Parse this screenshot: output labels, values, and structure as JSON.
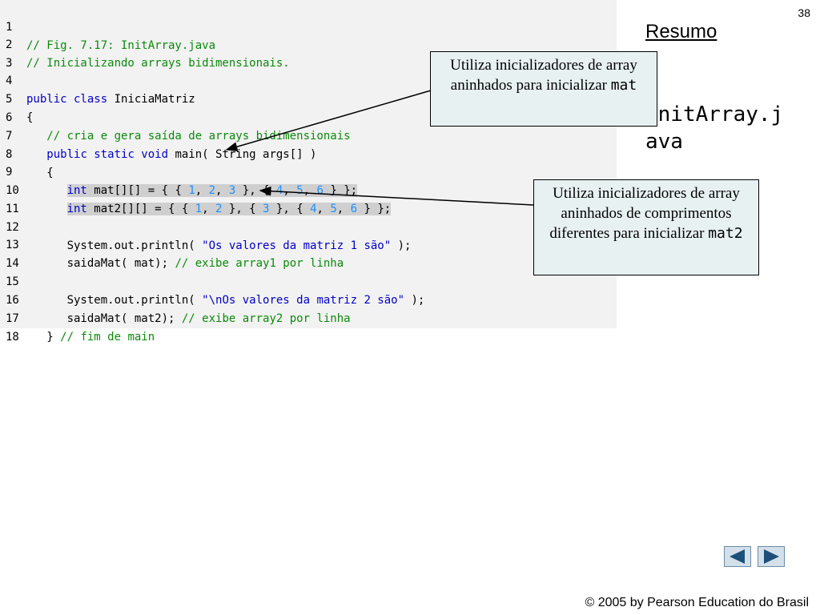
{
  "slide_number": "38",
  "sidebar": {
    "title": "Resumo",
    "filename_line1": "InitArray.j",
    "filename_line2": "ava"
  },
  "code_lines": [
    {
      "num": "1"
    },
    {
      "num": "2"
    },
    {
      "num": "3"
    },
    {
      "num": "4"
    },
    {
      "num": "5"
    },
    {
      "num": "6"
    },
    {
      "num": "7"
    },
    {
      "num": "8"
    },
    {
      "num": "9"
    },
    {
      "num": "10"
    },
    {
      "num": "11"
    },
    {
      "num": "12"
    },
    {
      "num": "13"
    },
    {
      "num": "14"
    },
    {
      "num": "15"
    },
    {
      "num": "16"
    },
    {
      "num": "17"
    },
    {
      "num": "18"
    }
  ],
  "code": {
    "l1": "// Fig. 7.17: InitArray.java",
    "l2": "// Inicializando arrays bidimensionais.",
    "l4_kw": "public class",
    "l4_rest": " IniciaMatriz",
    "l5": "{",
    "l6": "   // cria e gera saída de arrays bidimensionais",
    "l7_indent": "   ",
    "l7_kw": "public static void",
    "l7_rest": " main( String args[] )",
    "l8": "   {",
    "l12_pre": "      System.out.println( ",
    "l12_str": "\"Os valores da matriz 1 são\"",
    "l12_post": " );",
    "l13_pre": "      saidaMat( mat); ",
    "l13_cm": "// exibe array1 por linha",
    "l15_pre": "      System.out.println( ",
    "l15_str": "\"\\nOs valores da matriz 2 são\"",
    "l15_post": " );",
    "l16_pre": "      saidaMat( mat2); ",
    "l16_cm": "// exibe array2 por linha",
    "l17_pre": "   } ",
    "l17_cm": "// fim de main"
  },
  "callouts": {
    "c1_text": "Utiliza inicializadores de array aninhados para inicializar",
    "c1_code": "mat",
    "c2_text": "Utiliza inicializadores de array aninhados de comprimentos diferentes para inicializar",
    "c2_code": "mat2"
  },
  "footer": "© 2005 by Pearson Education do Brasil",
  "nav": {
    "prev_icon": "left-triangle-icon",
    "next_icon": "right-triangle-icon"
  },
  "colors": {
    "comment": "#0b8a0b",
    "keyword": "#0000c8",
    "number": "#1f8fff",
    "callout_bg": "#e8f1f2",
    "highlight": "#cfcfcf"
  }
}
